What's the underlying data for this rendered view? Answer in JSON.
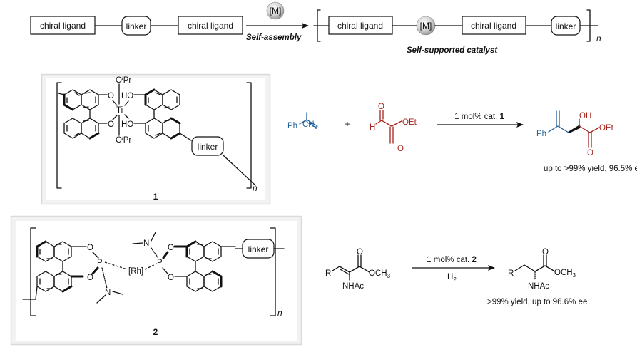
{
  "scheme": {
    "chiral_ligand": "chiral ligand",
    "linker": "linker",
    "metal": "[M]",
    "self_assembly": "Self-assembly",
    "self_supported_catalyst": "Self-supported catalyst",
    "repeat_n": "n"
  },
  "catalyst1": {
    "label": "1",
    "metal": "Ti",
    "ligand_top": "O",
    "ligand_sup": "i",
    "ligand_pr": "Pr",
    "o_label": "O",
    "ho_label": "HO",
    "linker": "linker",
    "repeat_n": "n"
  },
  "catalyst2": {
    "label": "2",
    "metal": "[Rh]",
    "p_label": "P",
    "o_label": "O",
    "n_label": "N",
    "linker": "linker",
    "repeat_n": "n"
  },
  "reaction1": {
    "reactant1": {
      "ph": "Ph",
      "ch": "CH",
      "sub": "3"
    },
    "plus": "+",
    "reactant2": {
      "h": "H",
      "o": "O",
      "oet": "OEt"
    },
    "conditions": "1 mol% cat. ",
    "catalyst_ref": "1",
    "product": {
      "ph": "Ph",
      "oh": "OH",
      "oet": "OEt",
      "o": "O"
    },
    "result": "up to >99% yield, 96.5% ee"
  },
  "reaction2": {
    "reactant": {
      "r": "R",
      "o": "O",
      "och": "OCH",
      "sub": "3",
      "nhac": "NHAc"
    },
    "conditions": "1 mol% cat. ",
    "catalyst_ref": "2",
    "reagent_h": "H",
    "reagent_sub": "2",
    "product": {
      "r": "R",
      "o": "O",
      "och": "OCH",
      "sub": "3",
      "nhac": "NHAc"
    },
    "result": ">99% yield, up to 96.6% ee"
  },
  "colors": {
    "blue": "#1f5f9a",
    "red": "#a3241d",
    "box_border": "#d9d9d9"
  }
}
